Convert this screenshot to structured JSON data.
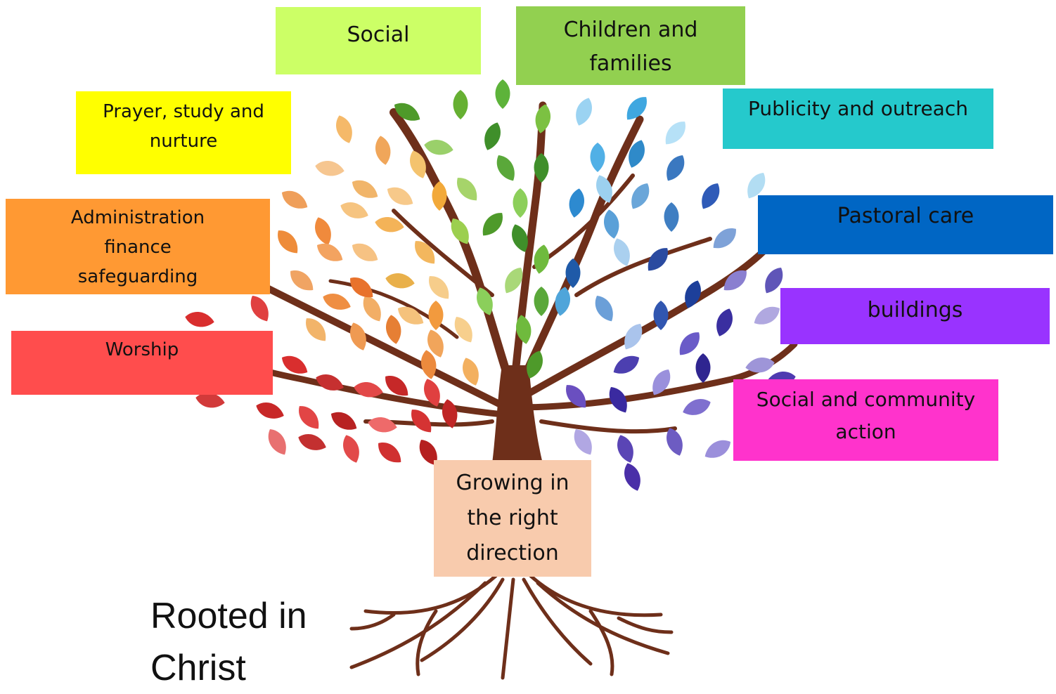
{
  "colors": {
    "trunk": "#6e2f1a",
    "social": "#ccff66",
    "children": "#92d050",
    "publicity": "#25c9cc",
    "pastoral": "#0066c4",
    "buildings": "#9933ff",
    "community": "#ff33cc",
    "prayer": "#ffff00",
    "admin": "#ff9933",
    "worship": "#ff4d4d",
    "growing": "#f8cbad"
  },
  "labels": {
    "social": [
      "Social"
    ],
    "children": [
      "Children and",
      "families"
    ],
    "publicity": [
      "Publicity and outreach"
    ],
    "pastoral": [
      "Pastoral care"
    ],
    "buildings": [
      "buildings"
    ],
    "community": [
      "Social and community",
      "action"
    ],
    "prayer": [
      "Prayer, study and",
      "nurture"
    ],
    "admin": [
      "Administration",
      "finance",
      "safeguarding"
    ],
    "worship": [
      "Worship"
    ],
    "growing": [
      "Growing in",
      "the right",
      "direction"
    ]
  },
  "caption": [
    "Rooted in",
    "Christ"
  ]
}
